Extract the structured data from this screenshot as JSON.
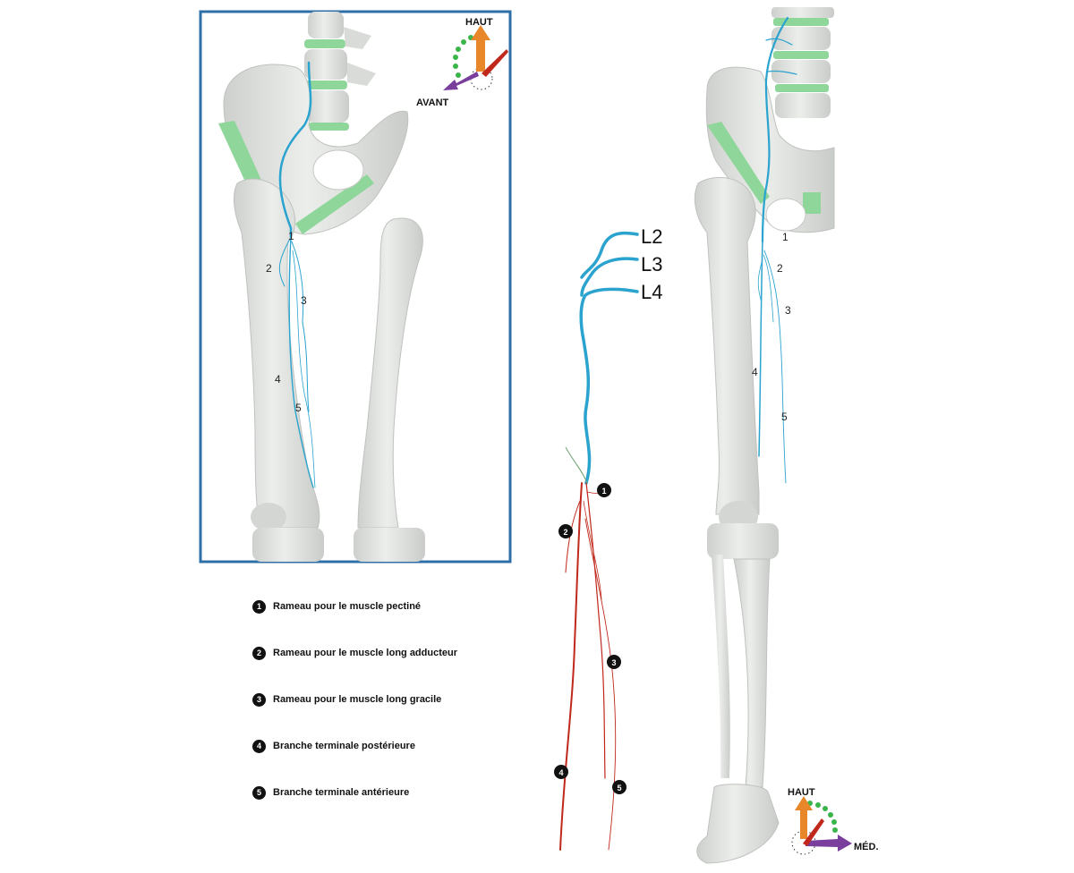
{
  "compass_front": {
    "up": "HAUT",
    "front": "AVANT"
  },
  "compass_side": {
    "up": "HAUT",
    "medial": "MÉD."
  },
  "roots": [
    "L2",
    "L3",
    "L4"
  ],
  "branch_numbers": [
    "1",
    "2",
    "3",
    "4",
    "5"
  ],
  "legend": [
    {
      "num": "1",
      "text": "Rameau pour le muscle pectiné"
    },
    {
      "num": "2",
      "text": "Rameau pour le muscle long adducteur"
    },
    {
      "num": "3",
      "text": "Rameau pour le muscle long gracile"
    },
    {
      "num": "4",
      "text": "Branche terminale postérieure"
    },
    {
      "num": "5",
      "text": "Branche terminale antérieure"
    }
  ],
  "colors": {
    "frame": "#2f6fa8",
    "nerve": "#2aa3cf",
    "nerve_red": "#c0281c",
    "bone": "#e3e5e2",
    "cartilage": "#8fd69a"
  }
}
